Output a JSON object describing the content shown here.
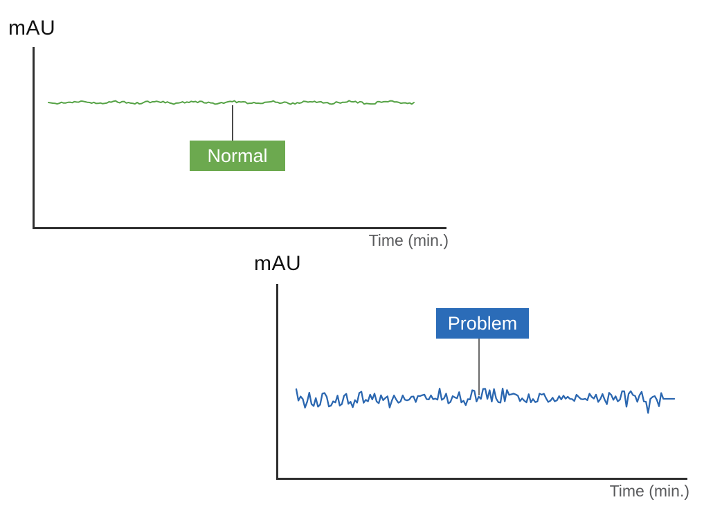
{
  "figure": {
    "background": "#FFFFFF",
    "description": "Two qualitative chromatogram baseline sketches comparing a normal flat detector baseline to a noisy problem baseline"
  },
  "chart_data": [
    {
      "type": "line",
      "title": "",
      "xlabel": "Time (min.)",
      "ylabel": "mAU",
      "grid": false,
      "legend_position": "none",
      "axis_ticks": "none (qualitative sketch, no numeric scale)",
      "annotations": [
        {
          "text": "Normal",
          "style": "green filled box with white text, vertical connector line pointing to the trace",
          "box_color": "#6CA94F",
          "text_color": "#FFFFFF"
        }
      ],
      "series": [
        {
          "name": "Normal",
          "description": "Flat, very low-noise detector baseline; essentially constant mAU across the run",
          "color": "#55A245",
          "baseline_relative_height_in_plot": 0.69,
          "peak_to_peak_noise_fraction_of_plot_height": 0.02
        }
      ]
    },
    {
      "type": "line",
      "title": "",
      "xlabel": "Time (min.)",
      "ylabel": "mAU",
      "grid": false,
      "legend_position": "none",
      "axis_ticks": "none (qualitative sketch, no numeric scale)",
      "annotations": [
        {
          "text": "Problem",
          "style": "blue filled box with white text, vertical connector line pointing to the trace",
          "box_color": "#2B6CB8",
          "text_color": "#FFFFFF"
        }
      ],
      "series": [
        {
          "name": "Problem",
          "description": "High-amplitude jagged noisy baseline (problem condition), fluctuating mAU across the run, flattening at the far right end",
          "color": "#2B67B0",
          "baseline_relative_height_in_plot": 0.41,
          "peak_to_peak_noise_fraction_of_plot_height": 0.18
        }
      ]
    }
  ],
  "charts": {
    "normal": {
      "y_label": "mAU",
      "x_label": "Time (min.)",
      "tag": "Normal",
      "tag_bg": "#6CA94F",
      "tag_text_color": "#FFFFFF",
      "axis_color": "#2E2E2E",
      "connector_color": "#4A4A4A",
      "x_label_color": "#58595B",
      "trace": {
        "color": "#55A245",
        "stroke": 2,
        "seed": 11,
        "points": 170,
        "amp": 1.5,
        "amp_wave": 0,
        "slow_wobble": 1.1,
        "spike_prob": 0,
        "spike_gain": 1,
        "flat_tail": 0,
        "bump_center": 0,
        "bump_width": 0,
        "bump_lift": 0
      }
    },
    "problem": {
      "y_label": "mAU",
      "x_label": "Time (min.)",
      "tag": "Problem",
      "tag_bg": "#2B6CB8",
      "tag_text_color": "#FFFFFF",
      "axis_color": "#2E2E2E",
      "connector_color": "#6A6A6A",
      "x_label_color": "#58595B",
      "trace": {
        "color": "#2B67B0",
        "stroke": 2.3,
        "seed": 23,
        "points": 175,
        "amp": 9,
        "amp_wave": 3.5,
        "slow_wobble": 0,
        "spike_prob": 0.14,
        "spike_gain": 1.9,
        "flat_tail": 6,
        "bump_center": 0.53,
        "bump_width": 0.07,
        "bump_lift": -5
      }
    }
  }
}
